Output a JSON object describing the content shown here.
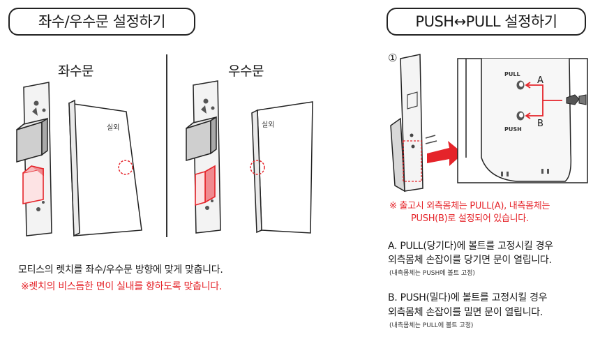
{
  "left_section": {
    "title": "좌수/우수문 설정하기",
    "left_door_label": "좌수문",
    "right_door_label": "우수문",
    "door_outside_label": "실외",
    "instruction": "모티스의 렛치를 좌수/우수문 방향에 맞게 맞춥니다.",
    "warning": "※렛치의 비스듬한 면이 실내를 향하도록 맞춥니다."
  },
  "right_section": {
    "title": "PUSH↔PULL 설정하기",
    "step_number": "①",
    "pull_label": "PULL",
    "push_label": "PUSH",
    "marker_a": "A",
    "marker_b": "B",
    "factory_note_line1": "※ 출고시 외측몸체는 PULL(A), 내측몸체는",
    "factory_note_line2": "PUSH(B)로 설정되어 있습니다.",
    "item_a_line1": "A. PULL(당기다)에 볼트를 고정시킬 경우",
    "item_a_line2": "외측몸체 손잡이를 당기면 문이 열립니다.",
    "item_a_sub": "(내측몸체는 PUSH에 볼트 고정)",
    "item_b_line1": "B. PUSH(밀다)에 볼트를 고정시킬 경우",
    "item_b_line2": "외측몸체 손잡이를 밀면 문이 열립니다.",
    "item_b_sub": "(내측몸체는 PULL에 볼트 고정)"
  },
  "colors": {
    "accent_red": "#e5242a",
    "line": "#222222"
  }
}
